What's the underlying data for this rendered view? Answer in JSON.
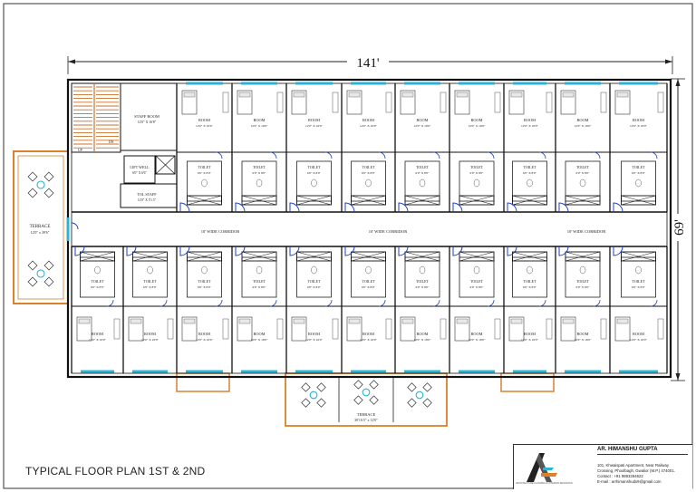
{
  "drawing": {
    "title": "TYPICAL FLOOR PLAN 1ST & 2ND",
    "dim_width": "141'",
    "dim_height": "69'"
  },
  "labels": {
    "staff_room": "STAFF ROOM",
    "staff_room_size": "12'0\" X 16'8\"",
    "lift_well": "LIFT WELL",
    "lift_size": "6'0\" X 6'6\"",
    "tol_staff": "TOL STAFF",
    "tol_staff_size": "12'0\" X 5'1.5\"",
    "up": "UP",
    "dn": "DN",
    "terrace_left": "TERRACE",
    "terrace_left_size": "12'0\" x 39'6\"",
    "terrace_bottom": "TERRACE",
    "terrace_bottom_size": "30'10.5\" x 12'0\"",
    "corridor": "10' WIDE CORRIDOR",
    "room": "ROOM",
    "room_size": "12'0\" X 16'0\"",
    "toilet": "TOILET",
    "toilet_size": "6'0\" X 8'0\""
  },
  "title_block": {
    "architect": "AR. HIMANSHU GUPTA",
    "address_1": "101, Khwaispati Apartment, Near Railway",
    "address_2": "Crossing, Phoolbagh, Gwalior (M.P.) 474001.",
    "contact": "Contact : +91 9893284622",
    "email": "E-mail : arrhimanshudx9@gmail.com",
    "brand_tagline": "ARCHITECTURE PLANNING & INTERIOR DESIGNING"
  },
  "colors": {
    "line": "#222222",
    "window": "#2bb3d6",
    "door": "#1f3fbf",
    "terrace": "#d9822b",
    "hatch": "#c9702a",
    "tint": "#e8e8e8"
  }
}
